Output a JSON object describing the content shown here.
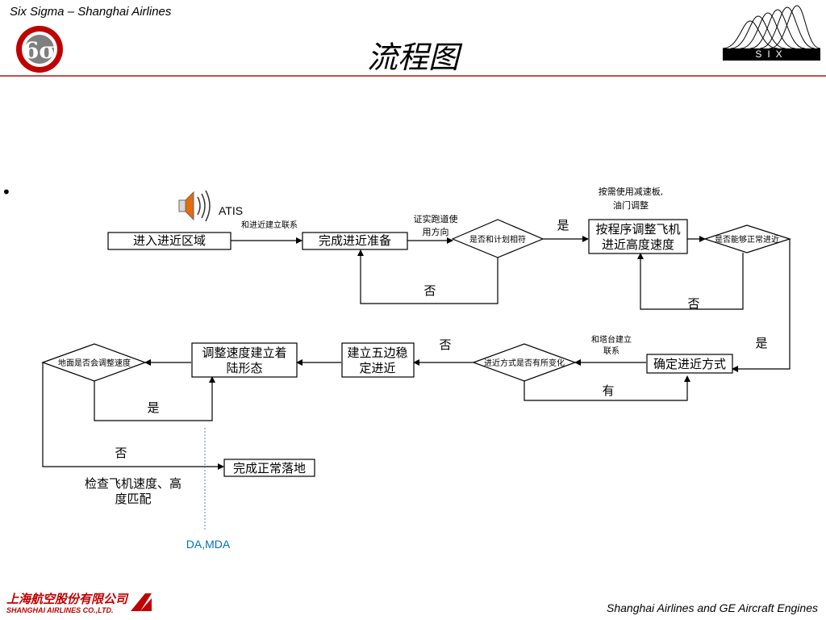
{
  "header": {
    "left_text": "Six Sigma – Shanghai Airlines",
    "title": "流程图",
    "brand_right": "SIX SIGMA",
    "logo_letters": "6σ"
  },
  "footer": {
    "company_cn": "上海航空股份有限公司",
    "company_en": "SHANGHAI AIRLINES CO.,LTD.",
    "right_text": "Shanghai Airlines and GE Aircraft Engines"
  },
  "bullet": "•",
  "flow": {
    "boxes": {
      "enter_area": "进入进近区域",
      "finish_prep": "完成进近准备",
      "adjust_alt_1": "按程序调整飞机",
      "adjust_alt_2": "进近高度速度",
      "confirm_mode": "确定进近方式",
      "five_sided_1": "建立五边稳",
      "five_sided_2": "定进近",
      "landing_cfg_1": "调整速度建立着",
      "landing_cfg_2": "陆形态",
      "normal_landing": "完成正常落地"
    },
    "decisions": {
      "plan_match": "是否和计划相符",
      "normal_approach": "是否能够正常进近",
      "mode_change": "进近方式是否有所变化",
      "ground_adjust": "地面是否会调整速度"
    },
    "labels": {
      "atis": "ATIS",
      "contact_approach": "和进近建立联系",
      "confirm_runway_1": "证实跑道使",
      "confirm_runway_2": "用方向",
      "yes_1": "是",
      "no_1": "否",
      "speedbrake_1": "按需使用减速板,",
      "speedbrake_2": "油门调整",
      "no_2": "否",
      "yes_2": "是",
      "contact_tower_1": "和塔台建立",
      "contact_tower_2": "联系",
      "has": "有",
      "no_3": "否",
      "yes_3": "是",
      "no_4": "否",
      "check_1": "检查飞机速度、高",
      "check_2": "度匹配",
      "da_mda": "DA,MDA"
    }
  },
  "colors": {
    "rule": "#c0504d",
    "da_mda": "#0070c0",
    "brand_red": "#c00000"
  }
}
